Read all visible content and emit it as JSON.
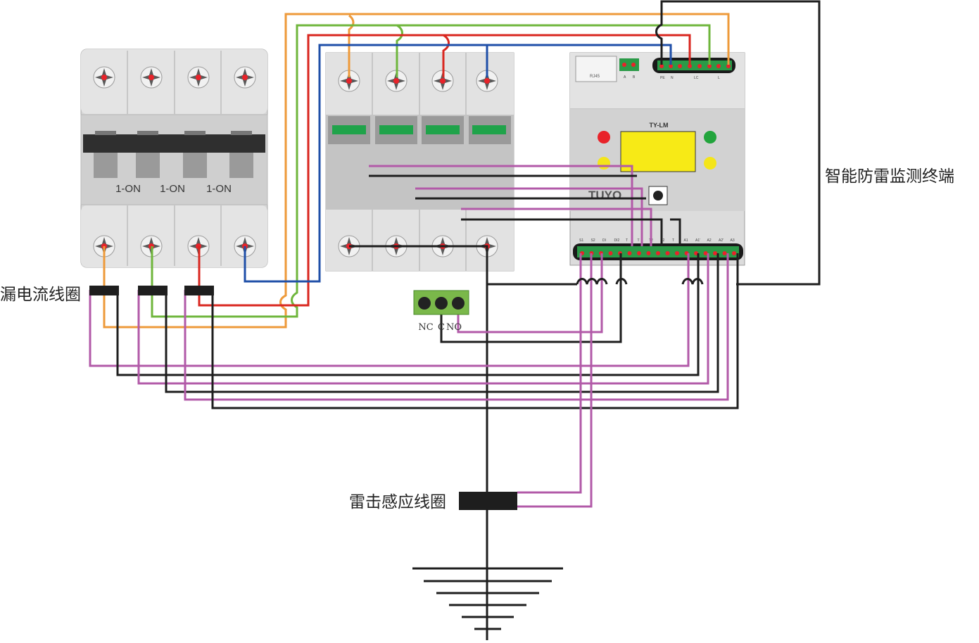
{
  "labels": {
    "leak_coil": "漏电流线圈",
    "terminal": "智能防雷监测终端",
    "lightning_coil": "雷击感应线圈",
    "relay_nc": "NC",
    "relay_c": "C",
    "relay_no": "NO"
  },
  "breaker": {
    "poles": [
      "1-ON",
      "1-ON",
      "1-ON"
    ]
  },
  "device": {
    "model": "TY-LM",
    "brand": "TUYO",
    "port": "RJ45",
    "top_terminals": [
      "A",
      "B"
    ],
    "power_terminals": [
      "PE",
      "N",
      "LC",
      "L"
    ],
    "bottom_terminals": [
      "S1",
      "S2",
      "DI",
      "DI2",
      "T",
      "T",
      "T2",
      "T2",
      "T",
      "A1",
      "A1'",
      "A2",
      "A2'",
      "A3"
    ]
  },
  "colors": {
    "orange": "#ee9a3a",
    "green": "#6fb63c",
    "red": "#d9261f",
    "blue": "#1f4fa8",
    "purple": "#b25aa8",
    "black": "#1e1e1e",
    "panel": "#dcdcdc",
    "led_red": "#e8232a",
    "led_green": "#22a43c",
    "led_yellow": "#f4e51a",
    "spd_window": "#1fa34a"
  }
}
